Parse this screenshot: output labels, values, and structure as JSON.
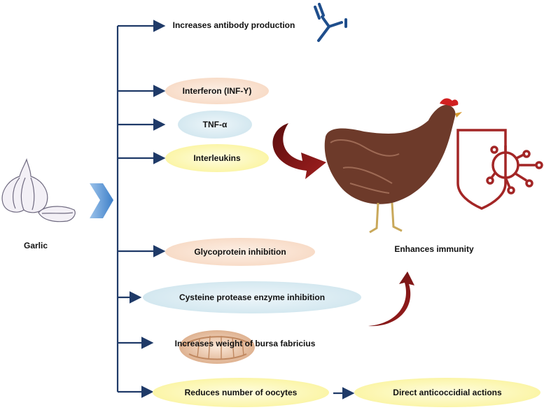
{
  "source": {
    "label": "Garlic"
  },
  "branches": [
    {
      "label": "Increases antibody production"
    },
    {
      "label": "Interferon (INF-Y)"
    },
    {
      "label": "TNF-α"
    },
    {
      "label": "Interleukins"
    },
    {
      "label": "Glycoprotein inhibition"
    },
    {
      "label": "Cysteine protease enzyme inhibition"
    },
    {
      "label": "Increases weight of bursa fabricius"
    },
    {
      "label": "Reduces number of oocytes"
    }
  ],
  "secondary": {
    "label": "Direct anticoccidial actions"
  },
  "outcome": {
    "label": "Enhances immunity"
  },
  "icons": [
    "garlic-icon",
    "antibody-icon",
    "chicken-icon",
    "immunity-shield-icon",
    "bursa-tissue-icon"
  ],
  "colors": {
    "connector": "#1f3a68",
    "curved_arrow": "#8b1a1a",
    "shield": "#a32626",
    "antibody": "#1f4e8c"
  }
}
